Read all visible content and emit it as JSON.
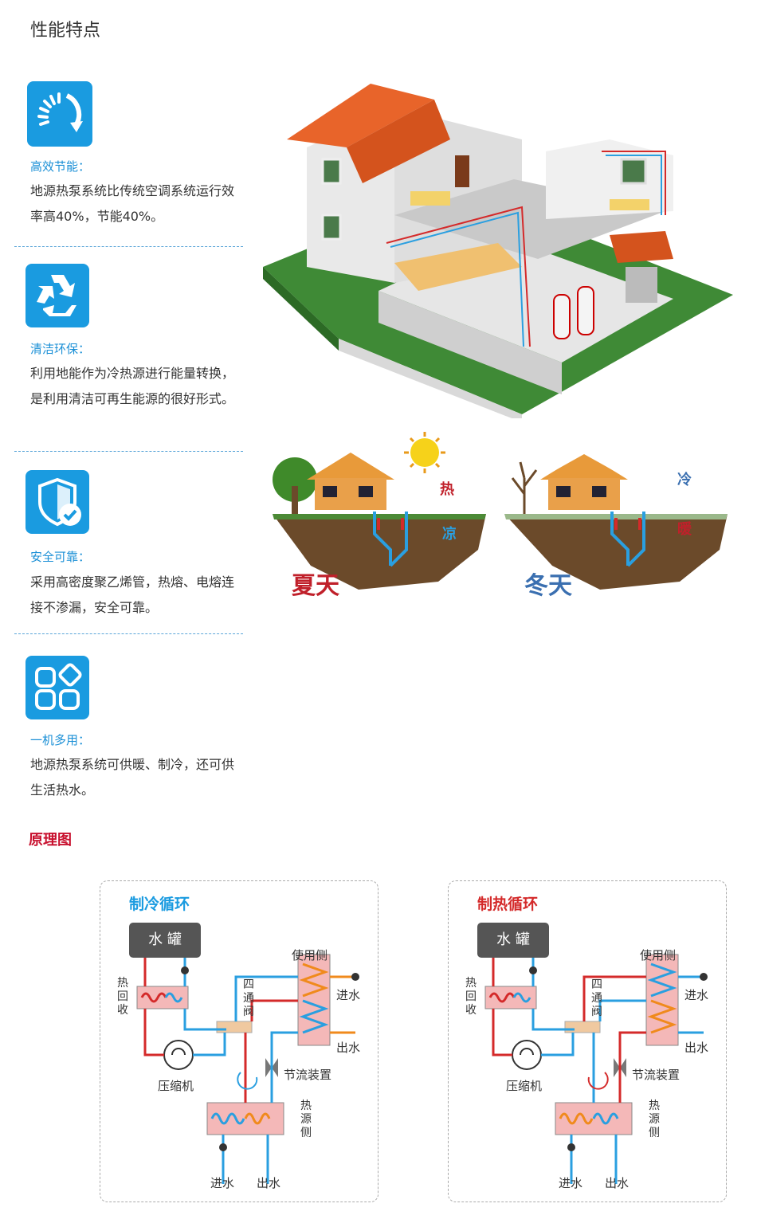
{
  "section_title": "性能特点",
  "features": [
    {
      "icon": "speed-gauge-icon",
      "title": "高效节能：",
      "desc": "地源热泵系统比传统空调系统运行效率高40%，节能40%。"
    },
    {
      "icon": "recycle-icon",
      "title": "清洁环保：",
      "desc": "利用地能作为冷热源进行能量转换，是利用清洁可再生能源的很好形式。"
    },
    {
      "icon": "shield-check-icon",
      "title": "安全可靠：",
      "desc": "采用高密度聚乙烯管，热熔、电熔连接不渗漏，安全可靠。"
    },
    {
      "icon": "multi-grid-icon",
      "title": " 一机多用：",
      "desc": "地源热泵系统可供暖、制冷，还可供生活热水。"
    }
  ],
  "seasons": {
    "summer": {
      "label": "夏天",
      "top_word": "热",
      "ground_word": "凉",
      "color": "#c0202a"
    },
    "winter": {
      "label": "冬天",
      "top_word": "冷",
      "ground_word": "暖",
      "color": "#3a6fb0"
    }
  },
  "principle_title": "原理图",
  "diagrams": [
    {
      "title": "制冷循环",
      "title_color": "#1a9be0",
      "tank": "水 罐",
      "recovery": "热回收",
      "valve": "四通阀",
      "use_side": "使用侧",
      "in_water": "进水",
      "out_water": "出水",
      "throttle": "节流装置",
      "compressor": "压缩机",
      "source_side": "热源侧",
      "bottom_in": "进水",
      "bottom_out": "出水"
    },
    {
      "title": "制热循环",
      "title_color": "#d42a2a",
      "tank": "水 罐",
      "recovery": "热回收",
      "valve": "四通阀",
      "use_side": "使用侧",
      "in_water": "进水",
      "out_water": "出水",
      "throttle": "节流装置",
      "compressor": "压缩机",
      "source_side": "热源侧",
      "bottom_in": "进水",
      "bottom_out": "出水"
    }
  ],
  "colors": {
    "accent_blue": "#1a9be0",
    "accent_red": "#c8102e",
    "pipe_red": "#d42a2a",
    "pipe_blue": "#2a9fe0",
    "pipe_orange": "#f08a1c"
  }
}
